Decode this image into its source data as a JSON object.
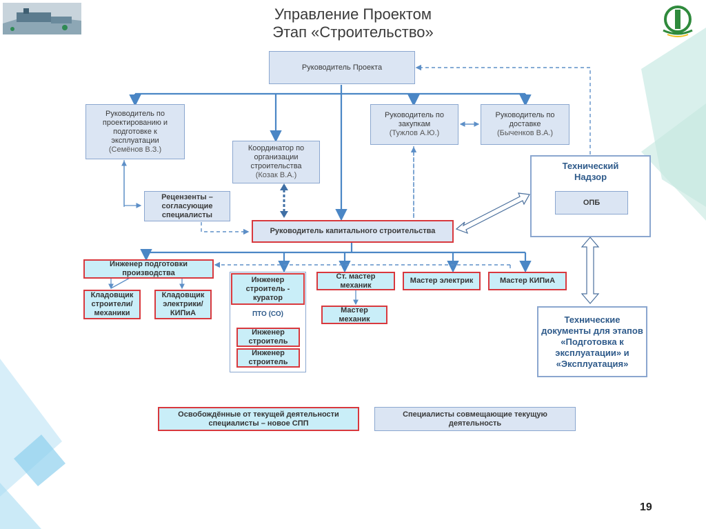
{
  "header": {
    "title_line1": "Управление Проектом",
    "title_line2": "Этап «Строительство»"
  },
  "nodes": {
    "project_manager": "Руководитель Проекта",
    "design_manager": "Руководитель по проектированию и подготовке к эксплуатации",
    "design_manager_person": "(Семёнов В.З.)",
    "coordinator": "Координатор по организации строительства",
    "coordinator_person": "(Козак В.А.)",
    "procurement_manager": "Руководитель по закупкам",
    "procurement_manager_person": "(Тужлов А.Ю.)",
    "delivery_manager": "Руководитель по доставке",
    "delivery_manager_person": "(Быченков В.А.)",
    "technical_supervision": "Технический Надзор",
    "opb": "ОПБ",
    "reviewers": "Рецензенты – согласующие специалисты",
    "capital_construction_manager": "Руководитель капитального строительства",
    "production_engineer": "Инженер подготовки производства",
    "storekeeper_builders": "Кладовщик строители/ механики",
    "storekeeper_electric": "Кладовщик электрики/ КИПиА",
    "construction_engineer_curator": "Инженер строитель - куратор",
    "pto": "ПТО (СО)",
    "construction_engineer_1": "Инженер строитель",
    "construction_engineer_2": "Инженер строитель",
    "senior_master_mechanic": "Ст. мастер механик",
    "master_mechanic": "Мастер механик",
    "master_electrician": "Мастер электрик",
    "master_kipia": "Мастер КИПиА",
    "technical_docs": "Технические документы для этапов «Подготовка к эксплуатации» и «Эксплуатация»"
  },
  "legend": {
    "released_specialists": "Освобождённые от текущей деятельности специалисты – новое СПП",
    "combining_specialists": "Специалисты совмещающие текущую деятельность"
  },
  "footer": {
    "page_number": "19"
  },
  "colors": {
    "box_blue": "#dbe5f3",
    "box_cyan": "#c9eef8",
    "border_red": "#d8383d",
    "line_blue": "#4a86c5"
  }
}
